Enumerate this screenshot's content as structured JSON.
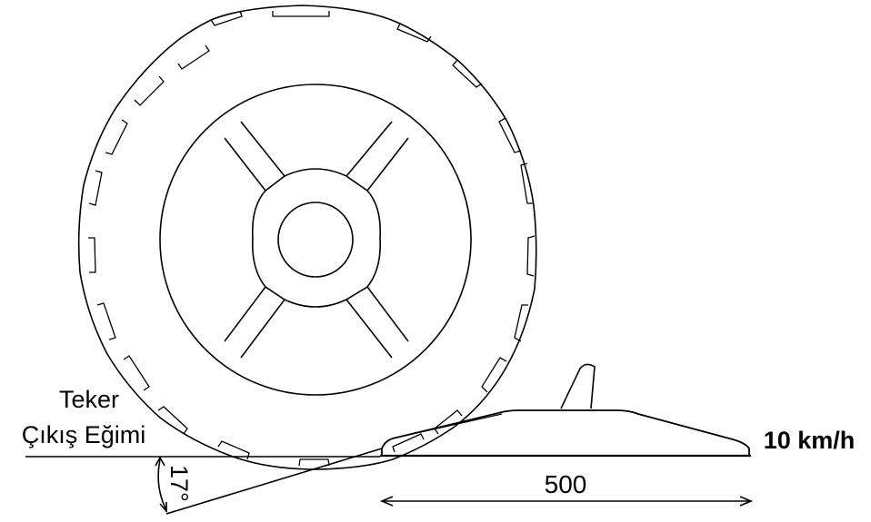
{
  "labels": {
    "exit_slope_line1": "Teker",
    "exit_slope_line2": "Çıkış Eğimi",
    "angle": "17°",
    "length": "500",
    "speed": "10 km/h"
  },
  "colors": {
    "stroke": "#000000",
    "background": "#ffffff"
  }
}
